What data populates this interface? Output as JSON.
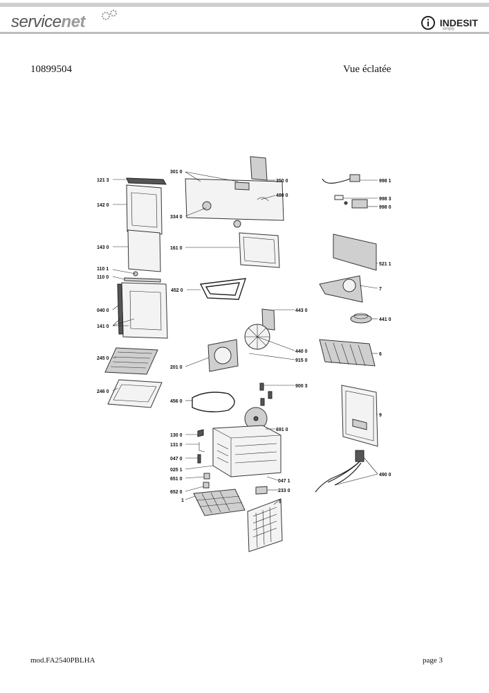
{
  "header": {
    "logo_left_part1": "service",
    "logo_left_part2": "net",
    "logo_right": "INDESIT",
    "logo_right_sub": "simply"
  },
  "doc_number": "10899504",
  "title": "Vue éclatée",
  "footer": {
    "model": "mod.FA2540PBLHA",
    "page": "page 3"
  },
  "part_labels": {
    "p1213": "121 3",
    "p1420": "142 0",
    "p1430": "143 0",
    "p1101": "110 1",
    "p1100": "110 0",
    "p0400": "040 0",
    "p1410": "141 0",
    "p2450": "245 0",
    "p2460": "246 0",
    "p3010": "301 0",
    "p3500": "350 0",
    "p4800": "480 0",
    "p3340": "334 0",
    "p1610": "161 0",
    "p4520": "452 0",
    "p4430": "443 0",
    "p4400": "440 0",
    "p9150": "915 0",
    "p2010": "201 0",
    "p9003": "900 3",
    "p4560": "456 0",
    "p6910": "691 0",
    "p1300": "130 0",
    "p1310": "131 0",
    "p0470": "047 0",
    "p0251": "025 1",
    "p6510": "651 0",
    "p0471": "047 1",
    "p6520": "652 0",
    "p2330": "233 0",
    "p1": "1",
    "p5": "5",
    "p9981": "998 1",
    "p9983": "998 3",
    "p9980": "998 0",
    "p5211": "521 1",
    "p7": "7",
    "p4410": "441 0",
    "p6": "6",
    "p9": "9",
    "p4900": "490 0"
  }
}
